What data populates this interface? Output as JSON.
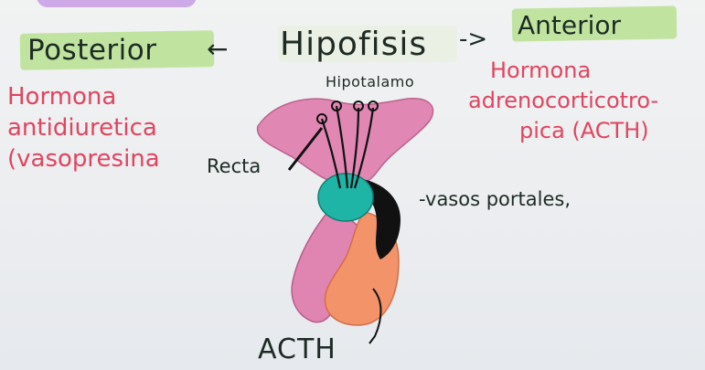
{
  "labels": {
    "top": {
      "posterior": "Posterior",
      "arrow_left": "←",
      "hipofisis": "Hipofisis",
      "arrow_right": "->",
      "anterior": "Anterior"
    },
    "left_notes": {
      "line1": "Hormona",
      "line2": "antidiuretica",
      "line3": "(vasopresina"
    },
    "right_notes": {
      "line1": "Hormona",
      "line2": "adrenocorticotro-",
      "line3": "pica (ACTH)"
    },
    "diagram": {
      "hipotalamo": "Hipotalamo",
      "recta": "Recta",
      "vasos": "-vasos portales,",
      "acth": "ACTH"
    }
  },
  "colors": {
    "highlight_green": "#bde39b",
    "highlight_purple": "#c9a2e6",
    "ink_dark": "#1d2b24",
    "ink_red": "#e0455f",
    "pink_lobe": "#e07fae",
    "teal_node": "#1fb5a6",
    "orange_lobe": "#f3936a",
    "black_vessel": "#111111"
  }
}
